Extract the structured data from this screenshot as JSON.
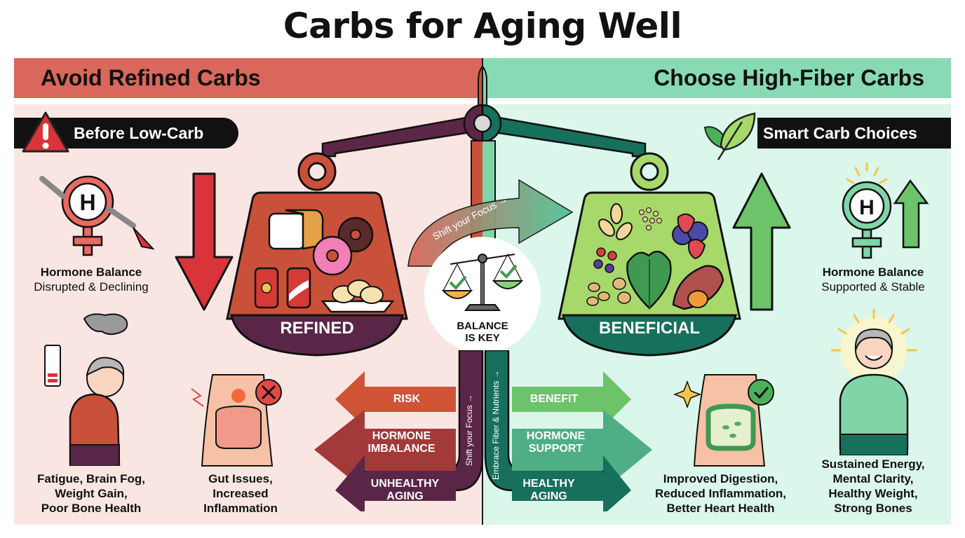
{
  "title": "Carbs for Aging Well",
  "left": {
    "header": "Avoid Refined Carbs",
    "badge": "Before Low-Carb",
    "badge_icon": "warning-triangle-icon",
    "hormone": {
      "title": "Hormone Balance",
      "subtitle": "Disrupted & Declining",
      "icon": "broken-hormone-icon"
    },
    "weight_label": "REFINED",
    "weight_items": [
      "white bread",
      "pink donut",
      "chocolate donut",
      "soda can",
      "soda can",
      "pasta bowl"
    ],
    "fatigue_caption": [
      "Fatigue, Brain Fog,",
      "Weight Gain,",
      "Poor Bone Health"
    ],
    "gut_caption": [
      "Gut Issues,",
      "Increased",
      "Inflammation"
    ],
    "arrows": [
      {
        "label": "RISK",
        "color": "#cf5436"
      },
      {
        "label": "HORMONE\nIMBALANCE",
        "label_lines": [
          "HORMONE",
          "IMBALANCE"
        ],
        "color": "#a23a3a"
      },
      {
        "label_lines": [
          "UNHEALTHY",
          "AGING"
        ],
        "color": "#5a2647"
      }
    ],
    "trunk_text": "Shift your Focus →",
    "color_header": "#d9675b",
    "color_panel": "#f9e6e3"
  },
  "right": {
    "header": "Choose High-Fiber Carbs",
    "badge": "Smart Carb Choices",
    "badge_icon": "leaf-icon",
    "hormone": {
      "title": "Hormone Balance",
      "subtitle": "Supported & Stable",
      "icon": "hormone-up-icon"
    },
    "weight_label": "BENEFICIAL",
    "weight_items": [
      "oats",
      "quinoa",
      "berries",
      "legumes",
      "leafy greens",
      "nuts",
      "sweet potato"
    ],
    "gut_caption": [
      "Improved Digestion,",
      "Reduced Inflammation,",
      "Better Heart Health"
    ],
    "energy_caption": [
      "Sustained Energy,",
      "Mental Clarity,",
      "Healthy Weight,",
      "Strong Bones"
    ],
    "arrows": [
      {
        "label_lines": [
          "BENEFIT"
        ],
        "color": "#6cc36a"
      },
      {
        "label_lines": [
          "HORMONE",
          "SUPPORT"
        ],
        "color": "#4fae86"
      },
      {
        "label_lines": [
          "HEALTHY",
          "AGING"
        ],
        "color": "#16705a"
      }
    ],
    "trunk_text": "Embrace Fiber & Nutrients →",
    "color_header": "#88dab5",
    "color_panel": "#dbf6ea"
  },
  "center": {
    "curve_text": "Shift your Focus →",
    "balance_lines": [
      "BALANCE",
      "IS KEY"
    ]
  }
}
